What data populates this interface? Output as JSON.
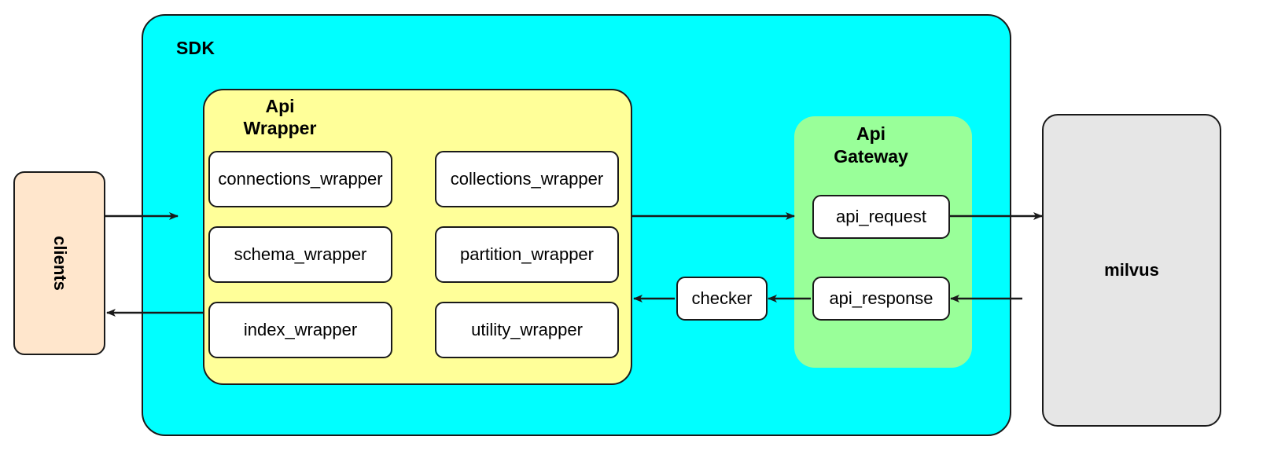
{
  "diagram": {
    "title_not_shown": false,
    "containers": {
      "sdk": {
        "label": "SDK",
        "color": "#00ffff"
      },
      "api_wrapper": {
        "label": "Api\nWrapper",
        "label_line1": "Api",
        "label_line2": "Wrapper",
        "color": "#ffff99"
      },
      "api_gateway": {
        "label_line1": "Api",
        "label_line2": "Gateway",
        "color": "#99ff99"
      }
    },
    "nodes": {
      "clients": {
        "label": "clients",
        "color": "#ffe6cc"
      },
      "milvus": {
        "label": "milvus",
        "color": "#e6e6e6"
      },
      "checker": {
        "label": "checker",
        "color": "#ffffff"
      },
      "connections_wrapper": {
        "label": "connections_wrapper",
        "color": "#ffffff"
      },
      "collections_wrapper": {
        "label": "collections_wrapper",
        "color": "#ffffff"
      },
      "schema_wrapper": {
        "label": "schema_wrapper",
        "color": "#ffffff"
      },
      "partition_wrapper": {
        "label": "partition_wrapper",
        "color": "#ffffff"
      },
      "index_wrapper": {
        "label": "index_wrapper",
        "color": "#ffffff"
      },
      "utility_wrapper": {
        "label": "utility_wrapper",
        "color": "#ffffff"
      },
      "api_request": {
        "label": "api_request",
        "color": "#ffffff"
      },
      "api_response": {
        "label": "api_response",
        "color": "#ffffff"
      }
    },
    "edges": [
      {
        "name": "clients-to-api-wrapper",
        "from": "clients",
        "to": "api_wrapper",
        "direction": "right"
      },
      {
        "name": "api-wrapper-to-api-request",
        "from": "api_wrapper",
        "to": "api_request",
        "direction": "right"
      },
      {
        "name": "api-request-to-milvus",
        "from": "api_request",
        "to": "milvus",
        "direction": "right"
      },
      {
        "name": "milvus-to-api-response",
        "from": "milvus",
        "to": "api_response",
        "direction": "left"
      },
      {
        "name": "api-response-to-checker",
        "from": "api_response",
        "to": "checker",
        "direction": "left"
      },
      {
        "name": "checker-to-api-wrapper",
        "from": "checker",
        "to": "api_wrapper",
        "direction": "left"
      },
      {
        "name": "api-wrapper-to-clients",
        "from": "api_wrapper",
        "to": "clients",
        "direction": "left"
      }
    ],
    "stroke_color": "#1a1a1a"
  }
}
